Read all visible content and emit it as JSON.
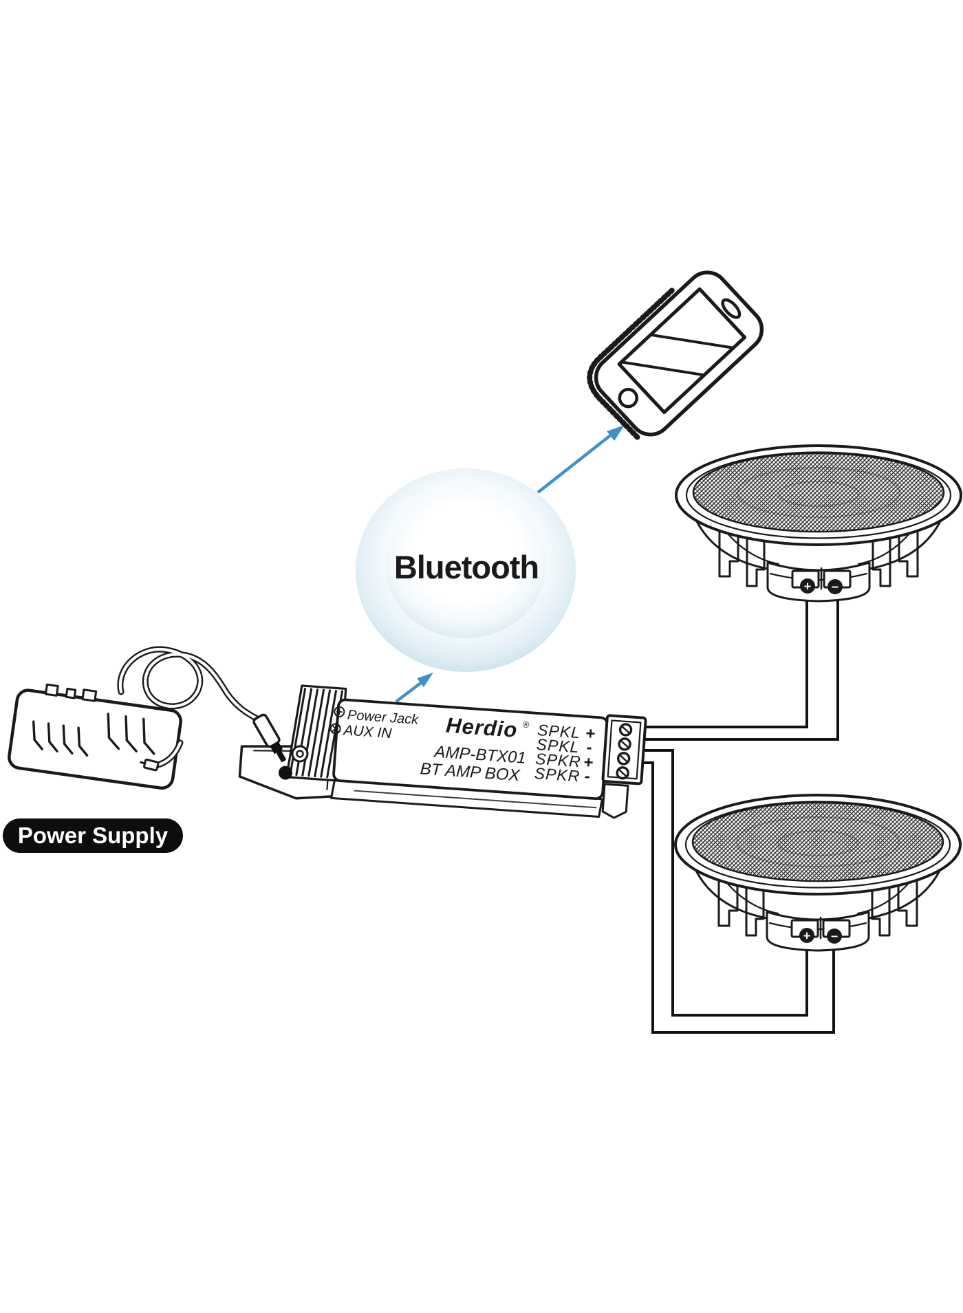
{
  "bluetooth": {
    "label": "Bluetooth"
  },
  "power_supply": {
    "label": "Power Supply"
  },
  "amplifier": {
    "power_jack_label": "Power Jack",
    "aux_in_label": "AUX IN",
    "brand": "Herdio",
    "brand_mark": "®",
    "model": "AMP-BTX01",
    "name": "BT AMP BOX",
    "terminals": [
      {
        "label": "SPKL",
        "polarity": "+"
      },
      {
        "label": "SPKL",
        "polarity": "-"
      },
      {
        "label": "SPKR",
        "polarity": "+"
      },
      {
        "label": "SPKR",
        "polarity": "-"
      }
    ]
  },
  "speakers": {
    "terminal_positive": "+",
    "terminal_negative": "−"
  },
  "icons": {
    "power_jack_icon": "circled-plus-jack",
    "aux_in_icon": "circled-screw-jack"
  },
  "colors": {
    "ink": "#1a1a1a",
    "arrow_blue": "#3f90c8",
    "bubble_blue": "#cbe3ef",
    "badge_black": "#0d0d0d"
  }
}
